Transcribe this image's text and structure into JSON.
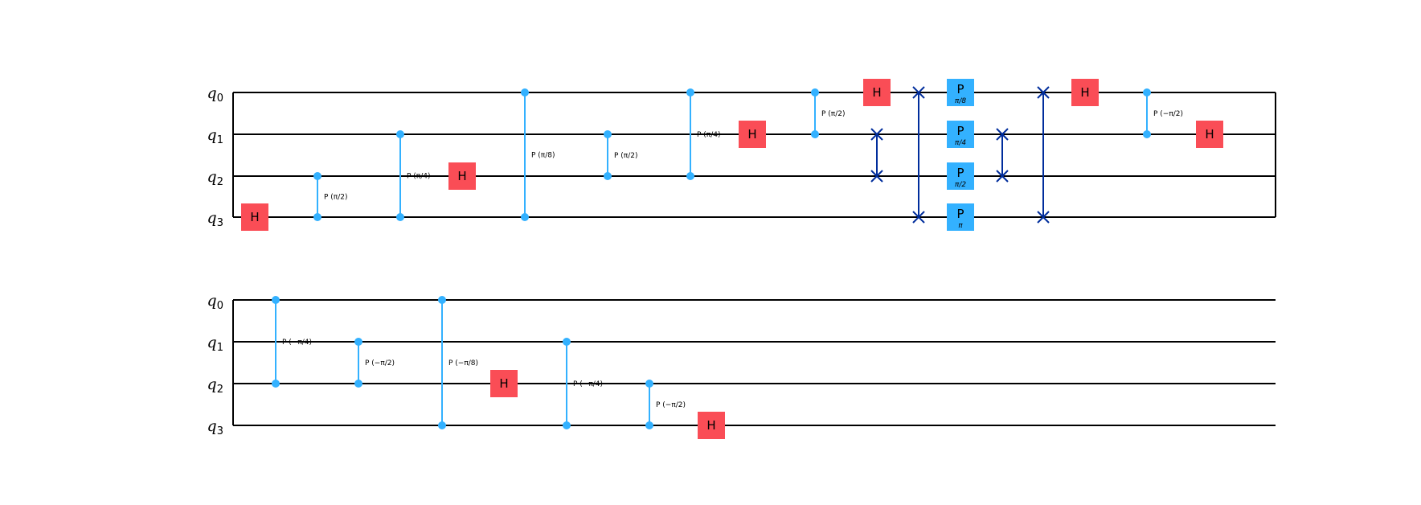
{
  "colors": {
    "h_gate": "#fa4d56",
    "control": "#33b1ff",
    "swap": "#002d9c",
    "wire": "#000000"
  },
  "rows": [
    {
      "qubits": [
        {
          "name": "q",
          "index": "0"
        },
        {
          "name": "q",
          "index": "1"
        },
        {
          "name": "q",
          "index": "2"
        },
        {
          "name": "q",
          "index": "3"
        }
      ],
      "gates": [
        {
          "type": "H",
          "qubit": 3,
          "label": "H"
        },
        {
          "type": "CP",
          "qubits": [
            2,
            3
          ],
          "label": "P (π/2)"
        },
        {
          "type": "CP",
          "qubits": [
            1,
            3
          ],
          "label": "P (π/4)"
        },
        {
          "type": "H",
          "qubit": 2,
          "label": "H"
        },
        {
          "type": "CP",
          "qubits": [
            0,
            3
          ],
          "label": "P (π/8)"
        },
        {
          "type": "CP",
          "qubits": [
            1,
            2
          ],
          "label": "P (π/2)"
        },
        {
          "type": "CP",
          "qubits": [
            0,
            2
          ],
          "label": "P (π/4)"
        },
        {
          "type": "H",
          "qubit": 1,
          "label": "H"
        },
        {
          "type": "CP",
          "qubits": [
            0,
            1
          ],
          "label": "P (π/2)"
        },
        {
          "type": "H",
          "qubit": 0,
          "label": "H"
        },
        {
          "type": "SWAP",
          "qubits": [
            1,
            2
          ]
        },
        {
          "type": "SWAP",
          "qubits": [
            0,
            3
          ]
        },
        {
          "type": "P",
          "qubit": 0,
          "label": "P",
          "param": "π/8"
        },
        {
          "type": "P",
          "qubit": 1,
          "label": "P",
          "param": "π/4"
        },
        {
          "type": "P",
          "qubit": 2,
          "label": "P",
          "param": "π/2"
        },
        {
          "type": "P",
          "qubit": 3,
          "label": "P",
          "param": "π"
        },
        {
          "type": "SWAP",
          "qubits": [
            1,
            2
          ]
        },
        {
          "type": "SWAP",
          "qubits": [
            0,
            3
          ]
        },
        {
          "type": "H",
          "qubit": 0,
          "label": "H"
        },
        {
          "type": "CP",
          "qubits": [
            0,
            1
          ],
          "label": "P (−π/2)"
        },
        {
          "type": "H",
          "qubit": 1,
          "label": "H"
        }
      ]
    },
    {
      "qubits": [
        {
          "name": "q",
          "index": "0"
        },
        {
          "name": "q",
          "index": "1"
        },
        {
          "name": "q",
          "index": "2"
        },
        {
          "name": "q",
          "index": "3"
        }
      ],
      "gates": [
        {
          "type": "CP",
          "qubits": [
            0,
            2
          ],
          "label": "P (−π/4)"
        },
        {
          "type": "CP",
          "qubits": [
            1,
            2
          ],
          "label": "P (−π/2)"
        },
        {
          "type": "CP",
          "qubits": [
            0,
            3
          ],
          "label": "P (−π/8)"
        },
        {
          "type": "H",
          "qubit": 2,
          "label": "H"
        },
        {
          "type": "CP",
          "qubits": [
            1,
            3
          ],
          "label": "P (−π/4)"
        },
        {
          "type": "CP",
          "qubits": [
            2,
            3
          ],
          "label": "P (−π/2)"
        },
        {
          "type": "H",
          "qubit": 3,
          "label": "H"
        }
      ]
    }
  ]
}
